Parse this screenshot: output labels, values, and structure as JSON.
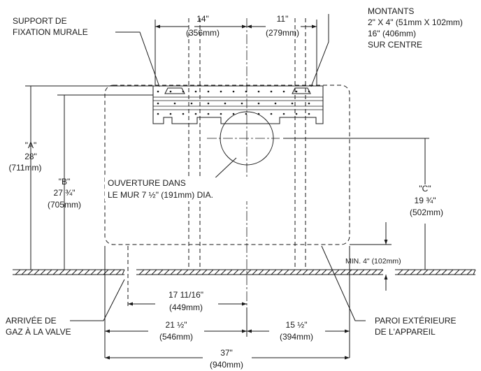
{
  "labels": {
    "support": [
      "SUPPORT DE",
      "FIXATION MURALE"
    ],
    "montants": [
      "MONTANTS",
      "2\" X 4\" (51mm X 102mm)",
      "16\" (406mm)",
      "SUR CENTRE"
    ],
    "ouverture": [
      "OUVERTURE DANS",
      "LE MUR 7 ½\" (191mm) DIA."
    ],
    "gaz": [
      "ARRIVÉE DE",
      "GAZ À LA VALVE"
    ],
    "paroi": [
      "PAROI EXTÉRIEURE",
      "DE L'APPAREIL"
    ],
    "min": "MIN. 4\" (102mm)"
  },
  "dimensions": {
    "dim_14": [
      "14\"",
      "(356mm)"
    ],
    "dim_11": [
      "11\"",
      "(279mm)"
    ],
    "dim_a": [
      "\"A\"",
      "28\"",
      "(711mm)"
    ],
    "dim_b": [
      "\"B\"",
      "27 ¾\"",
      "(705mm)"
    ],
    "dim_c": [
      "\"C\"",
      "19 ¾\"",
      "(502mm)"
    ],
    "dim_17": [
      "17 11/16\"",
      "(449mm)"
    ],
    "dim_21": [
      "21 ½\"",
      "(546mm)"
    ],
    "dim_15": [
      "15 ½\"",
      "(394mm)"
    ],
    "dim_37": [
      "37\"",
      "(940mm)"
    ]
  },
  "colors": {
    "ink": "#1a1a1a",
    "background": "#ffffff"
  }
}
